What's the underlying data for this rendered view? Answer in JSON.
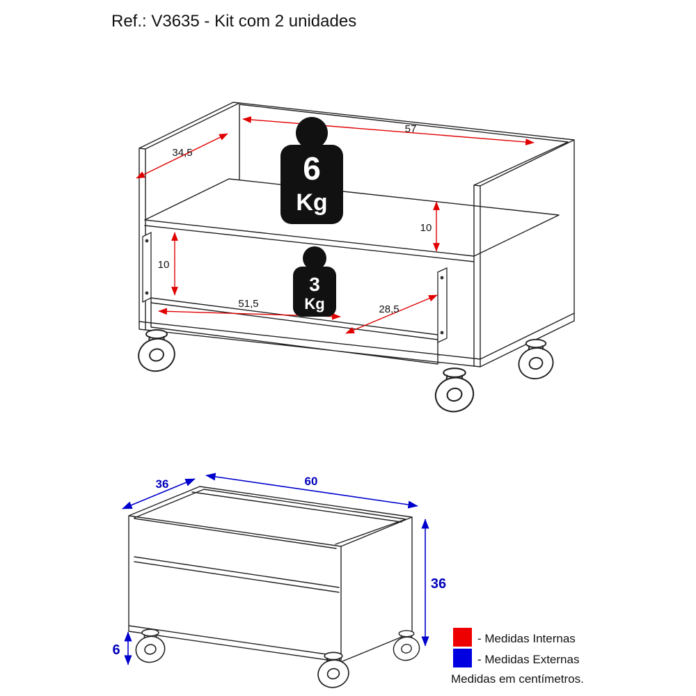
{
  "title": "Ref.: V3635 - Kit com 2 unidades",
  "colors": {
    "internal": "#e00000",
    "external": "#0000cc",
    "swatch_internal": "#ee0000",
    "swatch_external": "#0000e0",
    "line": "#222222"
  },
  "top_unit": {
    "dimensions": {
      "depth": "34,5",
      "width": "57",
      "clearance_right": "10",
      "clearance_left": "10",
      "drawer_width": "51,5",
      "drawer_depth": "28,5"
    },
    "weights": {
      "top": {
        "value": "6",
        "unit": "Kg"
      },
      "bottom": {
        "value": "3",
        "unit": "Kg"
      }
    }
  },
  "bottom_unit": {
    "dimensions": {
      "depth": "36",
      "width": "60",
      "height": "36",
      "caster_height": "6"
    }
  },
  "legend": {
    "internal_label": "- Medidas Internas",
    "external_label": "- Medidas Externas",
    "note": "Medidas em centímetros."
  }
}
